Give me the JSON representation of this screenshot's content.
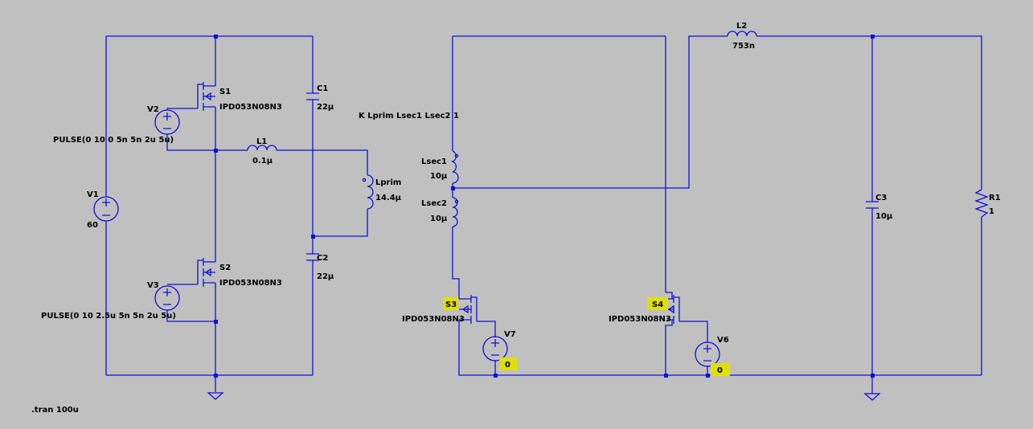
{
  "components": {
    "S1": {
      "name": "S1",
      "model": "IPD053N08N3"
    },
    "S2": {
      "name": "S2",
      "model": "IPD053N08N3"
    },
    "S3": {
      "name": "S3",
      "model": "IPD053N08N3"
    },
    "S4": {
      "name": "S4",
      "model": "IPD053N08N3"
    },
    "V1": {
      "name": "V1",
      "value": "60"
    },
    "V2": {
      "name": "V2",
      "value": "PULSE(0 10 0 5n 5n 2u 5u)"
    },
    "V3": {
      "name": "V3",
      "value": "PULSE(0 10 2.5u 5n 5n 2u 5u)"
    },
    "V6": {
      "name": "V6"
    },
    "V7": {
      "name": "V7"
    },
    "C1": {
      "name": "C1",
      "value": "22µ"
    },
    "C2": {
      "name": "C2",
      "value": "22µ"
    },
    "C3": {
      "name": "C3",
      "value": "10µ"
    },
    "L1": {
      "name": "L1",
      "value": "0.1µ"
    },
    "L2": {
      "name": "L2",
      "value": "753n"
    },
    "Lprim": {
      "name": "Lprim",
      "value": "14.4µ"
    },
    "Lsec1": {
      "name": "Lsec1",
      "value": "10µ"
    },
    "Lsec2": {
      "name": "Lsec2",
      "value": "10µ"
    },
    "R1": {
      "name": "R1",
      "value": "1"
    }
  },
  "net_labels": {
    "v7_ref": "0",
    "v6_ref": "0"
  },
  "directives": {
    "coupling": "K Lprim Lsec1 Lsec2 1",
    "analysis": ".tran 100u"
  },
  "colors": {
    "background": "#c0c0c0",
    "wire": "#1010d8",
    "text": "#000000",
    "highlight": "#e0e000"
  }
}
